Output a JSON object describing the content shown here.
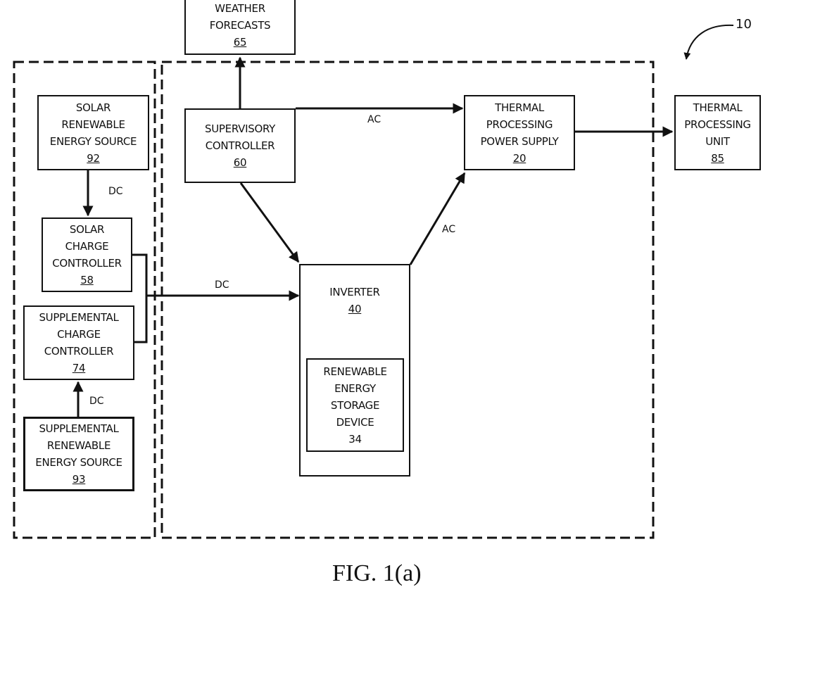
{
  "blocks": {
    "weather": {
      "lines": [
        "WEATHER",
        "FORECASTS"
      ],
      "num": "65"
    },
    "solar_source": {
      "lines": [
        "SOLAR",
        "RENEWABLE",
        "ENERGY SOURCE"
      ],
      "num": "92"
    },
    "supervisory": {
      "lines": [
        "SUPERVISORY",
        "CONTROLLER"
      ],
      "num": "60"
    },
    "tp_power_supply": {
      "lines": [
        "THERMAL",
        "PROCESSING",
        "POWER SUPPLY"
      ],
      "num": "20"
    },
    "tp_unit": {
      "lines": [
        "THERMAL",
        "PROCESSING",
        "UNIT"
      ],
      "num": "85"
    },
    "solar_cc": {
      "lines": [
        "SOLAR",
        "CHARGE",
        "CONTROLLER"
      ],
      "num": "58"
    },
    "supp_cc": {
      "lines": [
        "SUPPLEMENTAL",
        "CHARGE",
        "CONTROLLER"
      ],
      "num": "74"
    },
    "supp_source": {
      "lines": [
        "SUPPLEMENTAL",
        "RENEWABLE",
        "ENERGY SOURCE"
      ],
      "num": "93"
    },
    "inverter": {
      "lines": [
        "INVERTER"
      ],
      "num": "40"
    },
    "storage": {
      "lines": [
        "RENEWABLE",
        "ENERGY",
        "STORAGE",
        "DEVICE"
      ],
      "num": "34"
    }
  },
  "edge_labels": {
    "dc_solar": "DC",
    "ac_top": "AC",
    "ac_inverter": "AC",
    "dc_main": "DC",
    "dc_supp": "DC"
  },
  "reference_numeral": "10",
  "caption": "FIG. 1(a)"
}
